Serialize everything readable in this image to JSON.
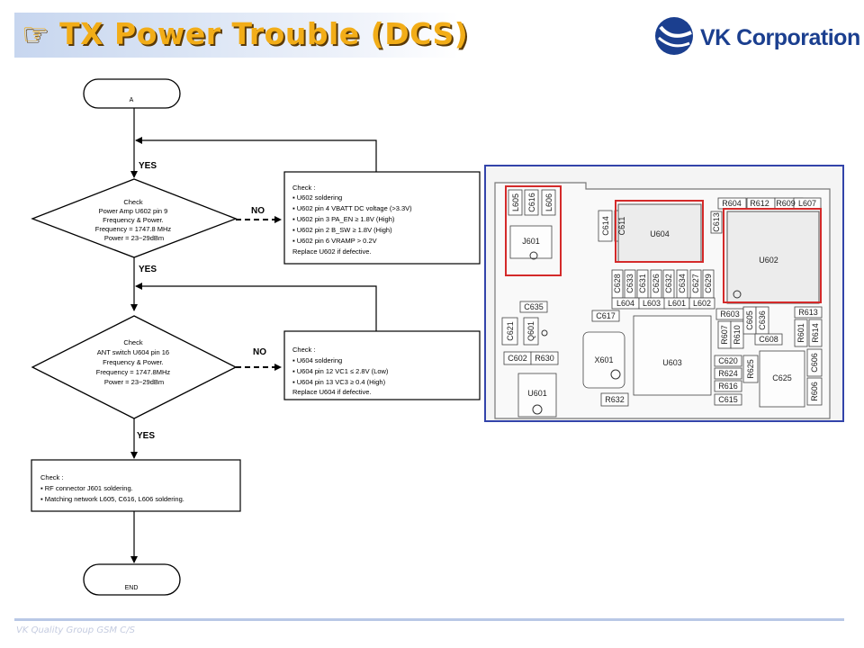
{
  "header": {
    "title": "TX Power Trouble (DCS)",
    "title_icon": "pointing-hand-icon",
    "title_color": "#f2ad18"
  },
  "logo": {
    "text": "VK Corporation",
    "color": "#1b3f8f"
  },
  "footer": {
    "text": "VK Quality Group GSM C/S"
  },
  "flowchart": {
    "start_label": "A",
    "end_label": "END",
    "decision1": [
      "Check",
      "Power Amp U602 pin 9",
      "Frequency & Power.",
      "Frequency = 1747.8 MHz",
      "Power    = 23~29dBm"
    ],
    "decision2": [
      "Check",
      "ANT switch U604 pin 16",
      "Frequency & Power.",
      "Frequency = 1747.8MHz",
      "Power    = 23~29dBm"
    ],
    "check1": [
      "Check :",
      "▪ U602 soldering",
      "▪ U602 pin 4 VBATT DC voltage (>3.3V)",
      "▪ U602 pin 3 PA_EN ≥ 1.8V (High)",
      "▪ U602 pin 2 B_SW ≥ 1.8V (High)",
      "▪ U602 pin 6 VRAMP > 0.2V",
      "Replace U602 if defective."
    ],
    "check2": [
      "Check :",
      "▪ U604 soldering",
      "▪ U604 pin 12 VC1 ≤ 2.8V (Low)",
      "▪ U604 pin 13 VC3 ≥ 0.4 (High)",
      "Replace U604 if defective."
    ],
    "check3": [
      "Check :",
      "▪ RF connector J601 soldering.",
      "▪ Matching network L605, C616, L606 soldering."
    ],
    "yes_label": "YES",
    "no_label": "NO"
  },
  "pcb": {
    "highlight_color": "#d42a2a",
    "border_color": "#3344aa",
    "labels": {
      "l605": "L605",
      "c616": "C616",
      "l606": "L606",
      "j601": "J601",
      "c614": "C614",
      "c611": "C611",
      "u604": "U604",
      "c613": "C613",
      "r604": "R604",
      "r612": "R612",
      "r609": "R609",
      "l607": "L607",
      "u602": "U602",
      "c628": "C628",
      "c633": "C633",
      "c631": "C631",
      "c626": "C626",
      "c632": "C632",
      "c634": "C634",
      "c627": "C627",
      "c629": "C629",
      "l604": "L604",
      "l603": "L603",
      "l601": "L601",
      "l602": "L602",
      "c635": "C635",
      "c617": "C617",
      "c621": "C621",
      "q601": "Q601",
      "r603": "R603",
      "r607": "R607",
      "r610": "R610",
      "c605": "C605",
      "c636": "C636",
      "r613": "R613",
      "r601": "R601",
      "r614": "R614",
      "c608": "C608",
      "x601": "X601",
      "u603": "U603",
      "c602": "C602",
      "r630": "R630",
      "c620": "C620",
      "r624": "R624",
      "r625": "R625",
      "c606": "C606",
      "r606": "R606",
      "c625": "C625",
      "r616": "R616",
      "u601": "U601",
      "r632": "R632",
      "c615": "C615"
    }
  }
}
